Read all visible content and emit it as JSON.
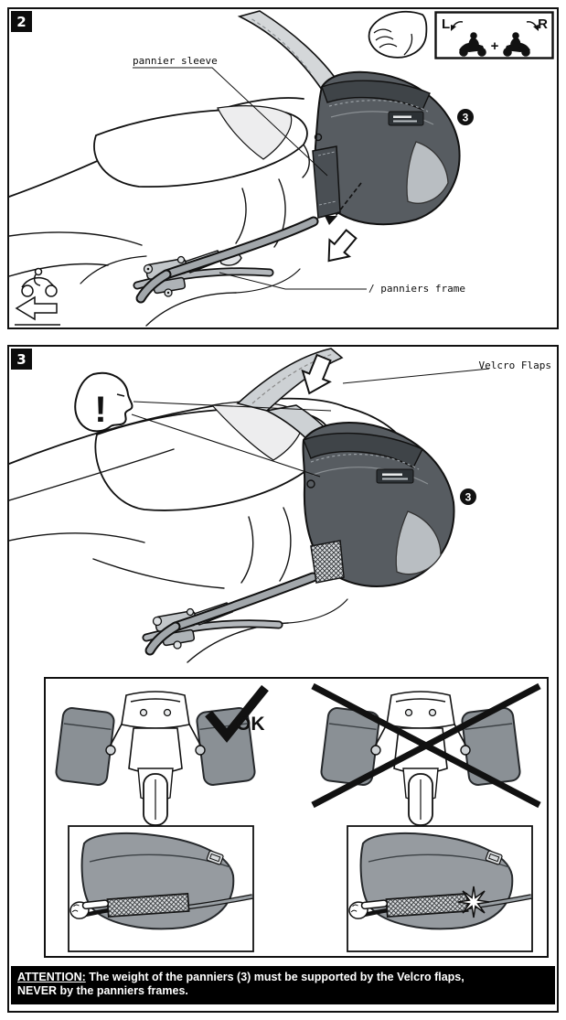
{
  "colors": {
    "line": "#111111",
    "pannier_dark": "#575c61",
    "pannier_flap": "#3f4448",
    "reflector": "#b9bec2",
    "frame_tube": "#a2a7ab",
    "rear_pannier_gray": "#8a9095",
    "attention_bg": "#000000"
  },
  "panel2": {
    "step": "2",
    "labels": {
      "pannier_sleeve": "pannier sleeve",
      "panniers_frame": "/ panniers frame"
    },
    "lr_box": {
      "left": "L",
      "plus": "+",
      "right": "R"
    },
    "pannier_badge": "3"
  },
  "panel3": {
    "step": "3",
    "labels": {
      "velcro_flaps": "Velcro Flaps",
      "warning_mark": "!",
      "ok": "OK"
    },
    "pannier_badge": "3"
  },
  "attention": {
    "prefix": "ATTENTION:",
    "line1_rest": " The weight of the panniers (3) must be supported by the Velcro flaps,",
    "line2": "NEVER by the panniers frames."
  }
}
